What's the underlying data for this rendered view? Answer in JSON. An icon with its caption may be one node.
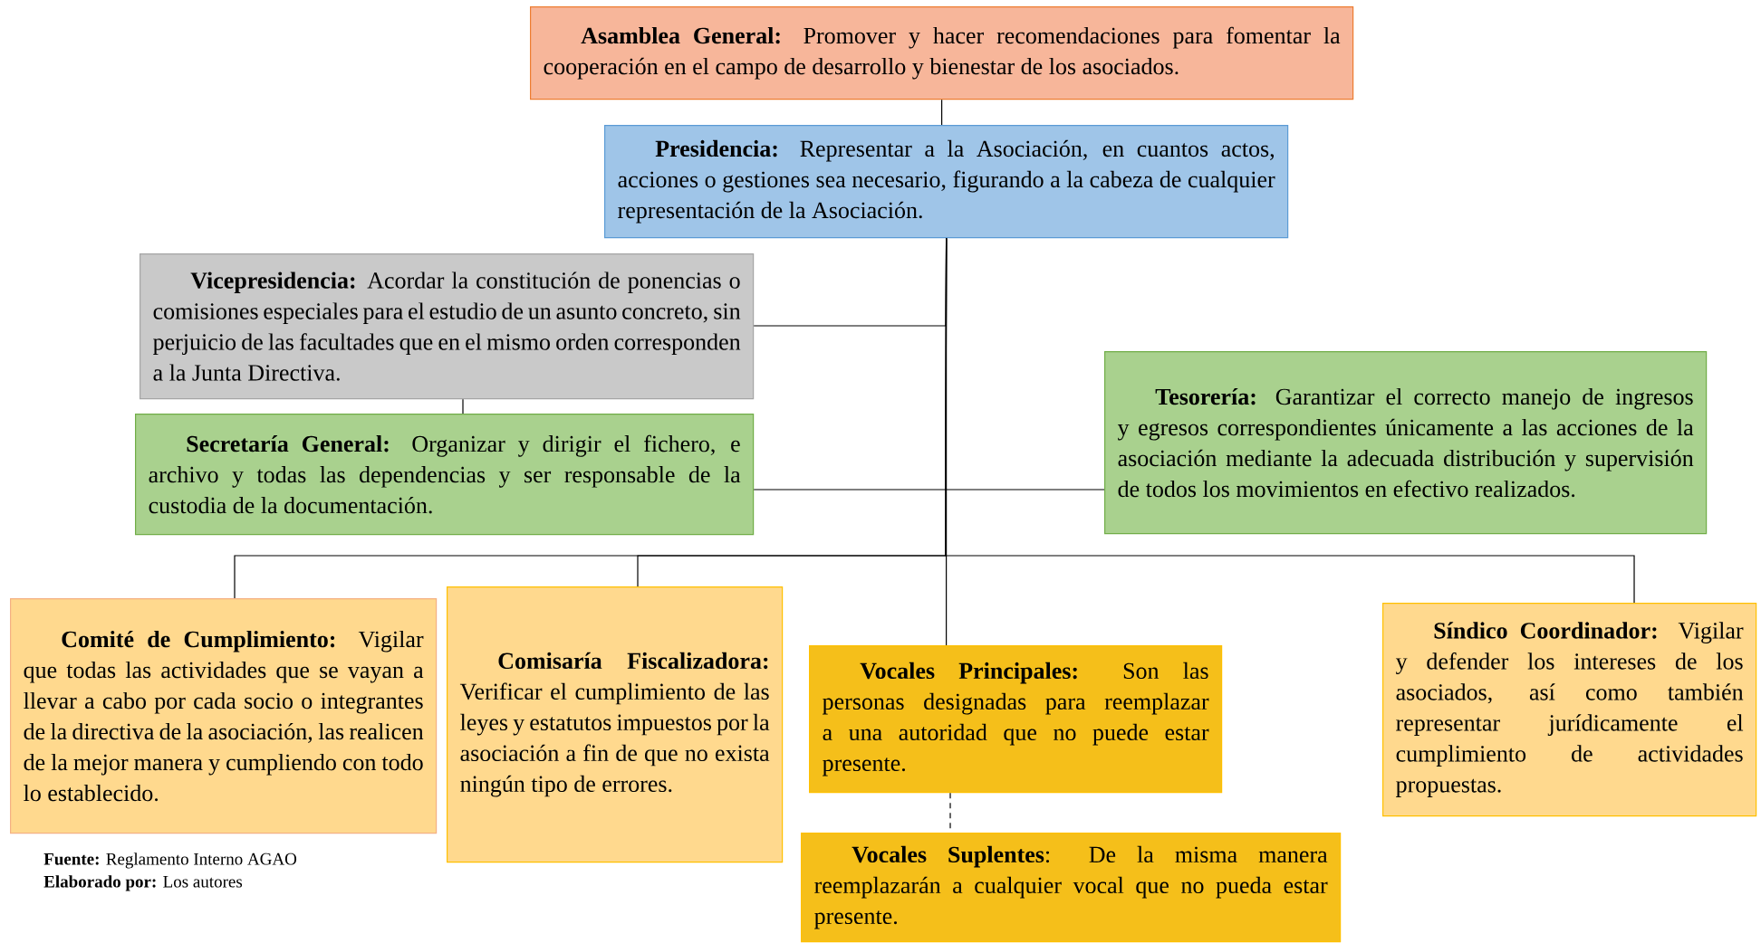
{
  "diagram": {
    "nodes": [
      {
        "text": [
          "**Asamblea General:** Promover y hacer recomendaciones para fomentar la cooperación en el campo de desarrollo y bienestar de los asociados."
        ]
      },
      {
        "text": [
          "**Presidencia:** Representar a la Asociación, en cuantos actos, acciones o gestiones sea necesario, figurando a la cabeza de cualquier representación de la Asociación."
        ]
      },
      {
        "text": [
          "**Vicepresidencia:** Acordar la constitución de ponencias o comisiones especiales para el estudio de un asunto concreto, sin perjuicio de las facultades que en el mismo orden corresponden a la Junta Directiva."
        ]
      },
      {
        "text": [
          "**Secretaría General:** Organizar y dirigir el fichero, e archivo y todas las dependencias y ser responsable de la custodia de la documentación."
        ]
      },
      {
        "text": [
          "**Tesorería:** Garantizar el correcto manejo de ingresos y egresos correspondientes únicamente a las acciones de la asociación mediante la adecuada distribución y supervisión de todos los movimientos en efectivo realizados."
        ]
      },
      {
        "text": [
          "**Comité de Cumplimiento:** Vigilar que todas las actividades que se vayan a llevar a cabo por cada socio o integrantes de la directiva de la asociación, las realicen de la mejor manera y cumpliendo con todo lo establecido."
        ]
      },
      {
        "text": [
          "**Comisaría Fiscalizadora:** Verificar el cumplimiento de las leyes y estatutos impuestos por la asociación a fin de que no exista ningún tipo de errores."
        ]
      },
      {
        "text": [
          "**Vocales Principales:** Son las personas designadas para reemplazar a una autoridad que no puede estar presente."
        ]
      },
      {
        "text": [
          "**Vocales Suplentes**: De la misma manera reemplazarán a cualquier vocal que no pueda estar presente."
        ]
      },
      {
        "text": [
          "**Síndico Coordinador:** Vigilar y defender los intereses de los asociados, así como también representar jurídicamente el cumplimiento de actividades propuestas."
        ]
      }
    ],
    "edges": [
      {
        "from": 0,
        "to": 1,
        "arrow": "none"
      },
      {
        "from": 1,
        "to": 2,
        "arrow": "none"
      },
      {
        "from": 2,
        "to": 3,
        "arrow": "none"
      },
      {
        "from": 1,
        "to": 3,
        "arrow": "none"
      },
      {
        "from": 1,
        "to": 4,
        "arrow": "none"
      },
      {
        "from": 1,
        "to": 5,
        "arrow": "none"
      },
      {
        "from": 1,
        "to": 6,
        "arrow": "none"
      },
      {
        "from": 1,
        "to": 7,
        "arrow": "none"
      },
      {
        "from": 1,
        "to": 9,
        "arrow": "none"
      },
      {
        "from": 7,
        "to": 8,
        "arrow": "none",
        "style": "dashed"
      }
    ],
    "labels": [
      "**Fuente:** Reglamento Interno AGAO",
      "**Elaborado por:** Los autores"
    ]
  }
}
